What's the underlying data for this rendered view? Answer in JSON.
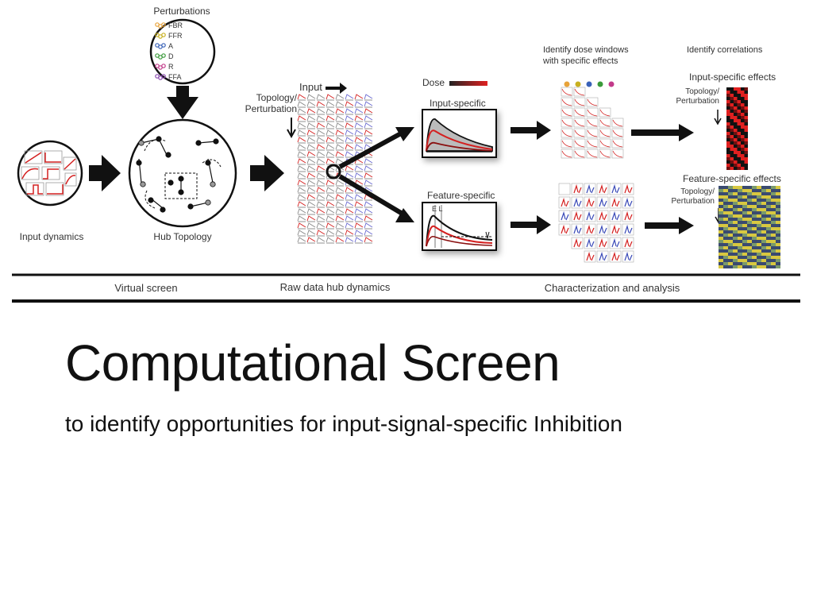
{
  "figure": {
    "perturbations_title": "Perturbations",
    "perturbations": [
      {
        "label": "FBR",
        "color": "#e8a33a"
      },
      {
        "label": "FFR",
        "color": "#c8b020"
      },
      {
        "label": "A",
        "color": "#3a62b8"
      },
      {
        "label": "D",
        "color": "#3a9a3a"
      },
      {
        "label": "R",
        "color": "#c23a8a"
      },
      {
        "label": "FFA",
        "color": "#8a4ab0"
      }
    ],
    "input_dynamics_label": "Input dynamics",
    "hub_topology_label": "Hub Topology",
    "input_label": "Input",
    "topology_perturbation_label": "Topology/\nPerturbation",
    "dose_label": "Dose",
    "input_specific_label": "Input-specific",
    "feature_specific_label": "Feature-specific",
    "feature_marks": "E L",
    "dose_windows_label": "Identify dose windows\nwith specific effects",
    "correlations_label": "Identify correlations",
    "input_specific_effects_label": "Input-specific effects",
    "feature_specific_effects_label": "Feature-specific effects",
    "topology_perturbation_label_2": "Topology/\nPerturbation",
    "topology_perturbation_label_3": "Topology/\nPerturbation",
    "sections": [
      "Virtual screen",
      "Raw data hub dynamics",
      "Characterization and analysis"
    ],
    "accent_red": "#d42020"
  },
  "slide": {
    "title": "Computational Screen",
    "subtitle": "to identify opportunities for input-signal-specific Inhibition"
  }
}
